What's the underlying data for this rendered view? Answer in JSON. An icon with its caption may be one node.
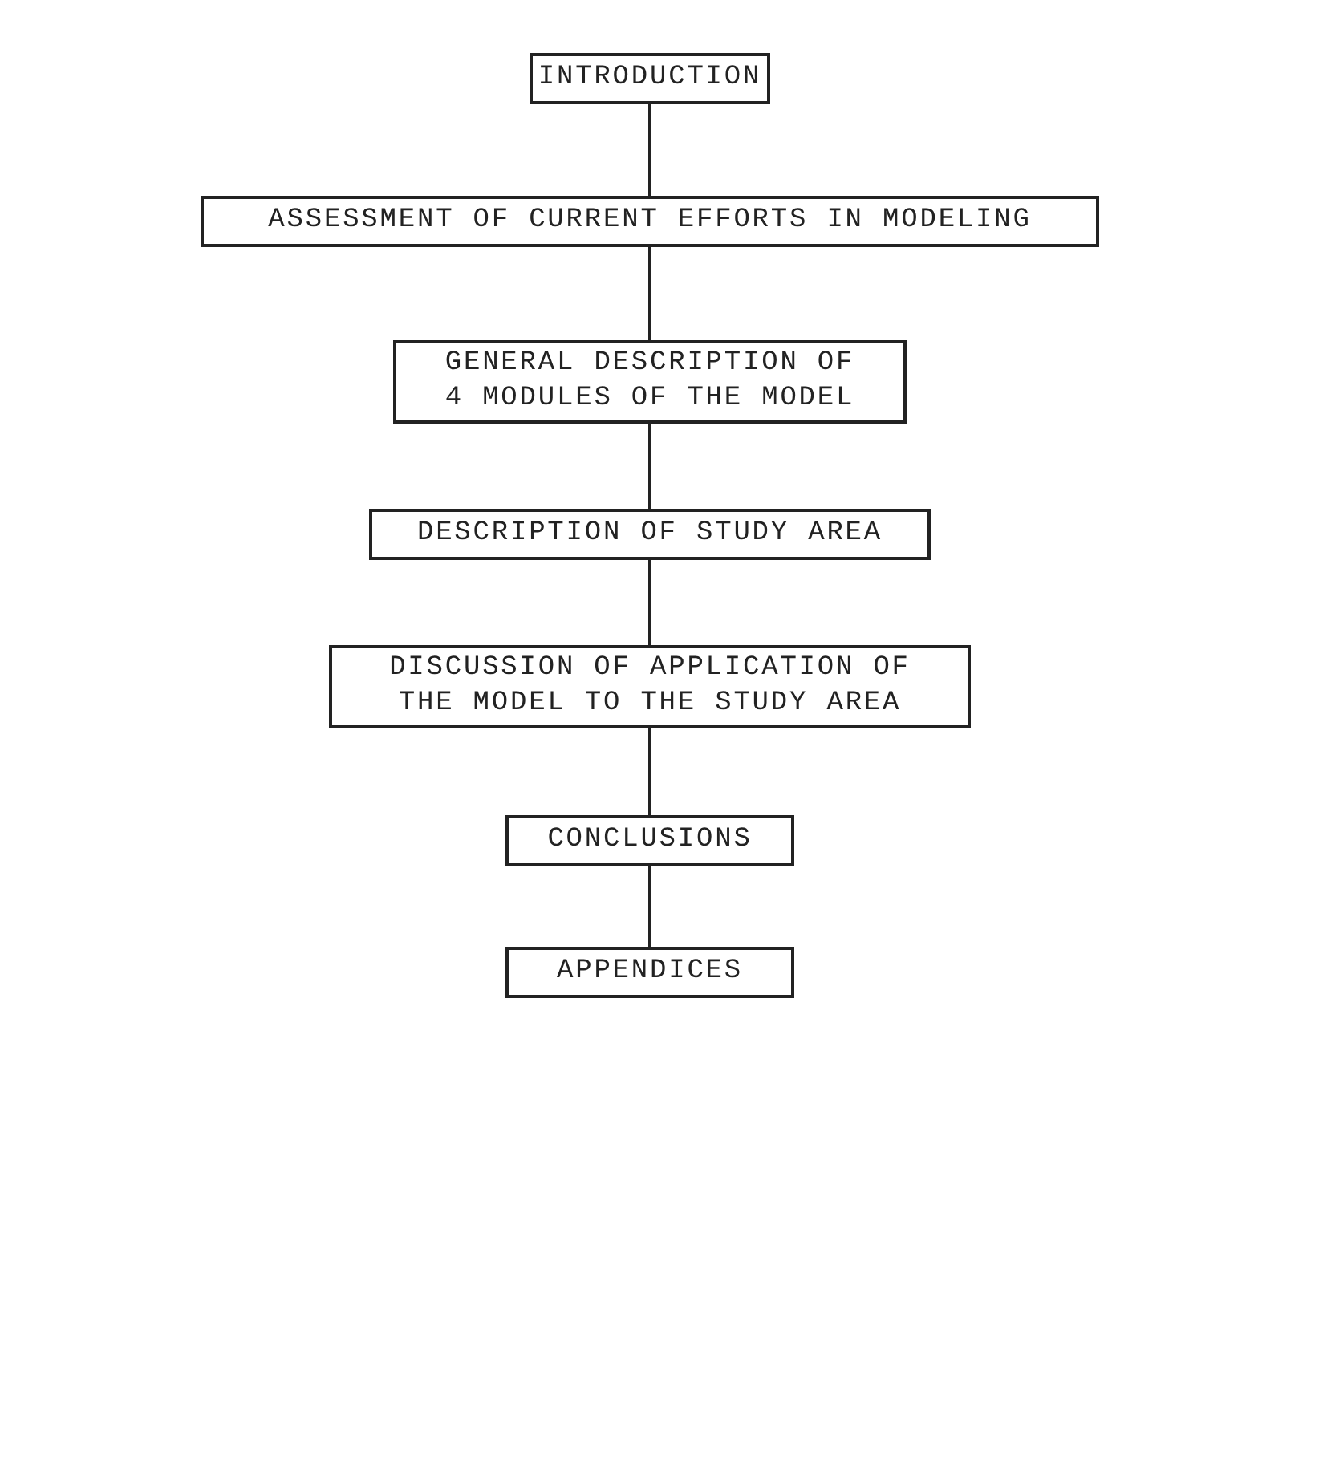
{
  "diagram": {
    "nodes": [
      {
        "text": [
          "INTRODUCTION"
        ]
      },
      {
        "text": [
          "ASSESSMENT OF CURRENT EFFORTS IN MODELING"
        ]
      },
      {
        "text": [
          "GENERAL DESCRIPTION OF 4 MODULES OF THE MODEL"
        ]
      },
      {
        "text": [
          "DESCRIPTION OF STUDY AREA"
        ]
      },
      {
        "text": [
          "DISCUSSION OF APPLICATION OF THE MODEL TO THE STUDY AREA"
        ]
      },
      {
        "text": [
          "CONCLUSIONS"
        ]
      },
      {
        "text": [
          "APPENDICES"
        ]
      }
    ],
    "edges": [
      {
        "from": 0,
        "to": 1,
        "arrow": "none"
      },
      {
        "from": 1,
        "to": 2,
        "arrow": "none"
      },
      {
        "from": 2,
        "to": 3,
        "arrow": "none"
      },
      {
        "from": 3,
        "to": 4,
        "arrow": "none"
      },
      {
        "from": 4,
        "to": 5,
        "arrow": "none"
      },
      {
        "from": 5,
        "to": 6,
        "arrow": "none"
      }
    ]
  }
}
